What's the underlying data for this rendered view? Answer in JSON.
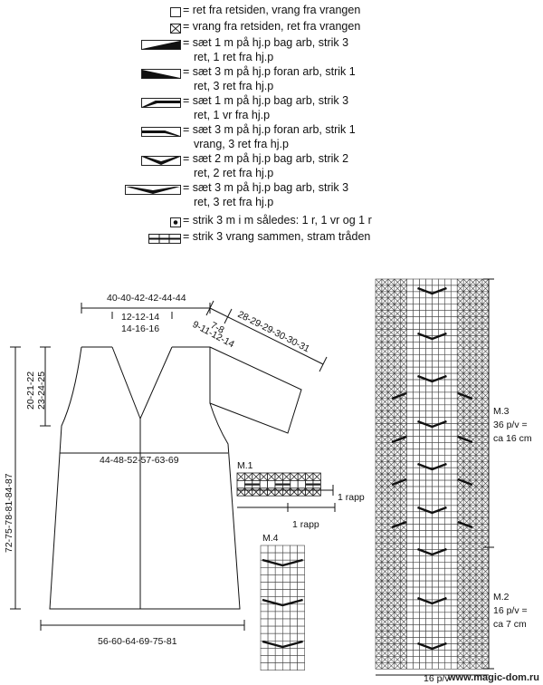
{
  "legend": [
    {
      "icon": "empty-square-icon",
      "line1": "= ret fra retsiden, vrang fra vrangen",
      "line2": ""
    },
    {
      "icon": "cross-square-icon",
      "line1": "= vrang fra retsiden, ret fra vrangen",
      "line2": ""
    },
    {
      "icon": "cable-1-3-back-icon",
      "line1": "= sæt 1 m på hj.p bag arb, strik 3",
      "line2": "ret, 1 ret fra hj.p"
    },
    {
      "icon": "cable-3-1-front-icon",
      "line1": "= sæt 3 m på hj.p foran arb, strik 1",
      "line2": "ret, 3 ret fra hj.p"
    },
    {
      "icon": "cable-1-3-back-purl-icon",
      "line1": "= sæt 1 m på hj.p bag arb, strik 3",
      "line2": "ret, 1 vr fra hj.p"
    },
    {
      "icon": "cable-3-1-front-purl-icon",
      "line1": "= sæt 3 m på hj.p foran arb, strik 1",
      "line2": "vrang, 3 ret fra hj.p"
    },
    {
      "icon": "cable-2-2-back-icon",
      "line1": "= sæt 2 m på hj.p bag arb, strik 2",
      "line2": "ret, 2 ret fra hj.p"
    },
    {
      "icon": "cable-3-3-back-icon",
      "line1": "= sæt 3 m på hj.p bag arb, strik 3",
      "line2": "ret, 3 ret fra hj.p"
    },
    {
      "icon": "dot-square-icon",
      "line1": "= strik 3 m i m således: 1 r, 1 vr og 1 r",
      "line2": ""
    },
    {
      "icon": "purl3tog-icon",
      "line1": "= strik 3 vrang sammen, stram tråden",
      "line2": ""
    }
  ],
  "schematic": {
    "top_width": "40-40-42-42-44-44",
    "neck_width_1": "12-12-14",
    "neck_width_2": "14-16-16",
    "shoulder_1": "7-8",
    "shoulder_2": "9-11-12-14",
    "sleeve_length": "28-29-29-30-30-31",
    "total_length": "72-75-78-81-84-87",
    "armhole_1": "20-21-22",
    "armhole_2": "23-24-25",
    "chest_width": "44-48-52-57-63-69",
    "bottom_width": "56-60-64-69-75-81"
  },
  "charts": {
    "m1_label": "M.1",
    "m1_repeat_right": "1 rapp",
    "m1_repeat_bottom": "1 rapp",
    "m4_label": "M.4",
    "m3_label": "M.3",
    "m3_stitches": "36 p/v =",
    "m3_size": "ca 16 cm",
    "m2_label": "M.2",
    "m2_stitches": "16 p/v =",
    "m2_size": "ca 7 cm",
    "bottom_width": "16 p/v"
  },
  "watermark": "www.magic-dom.ru"
}
